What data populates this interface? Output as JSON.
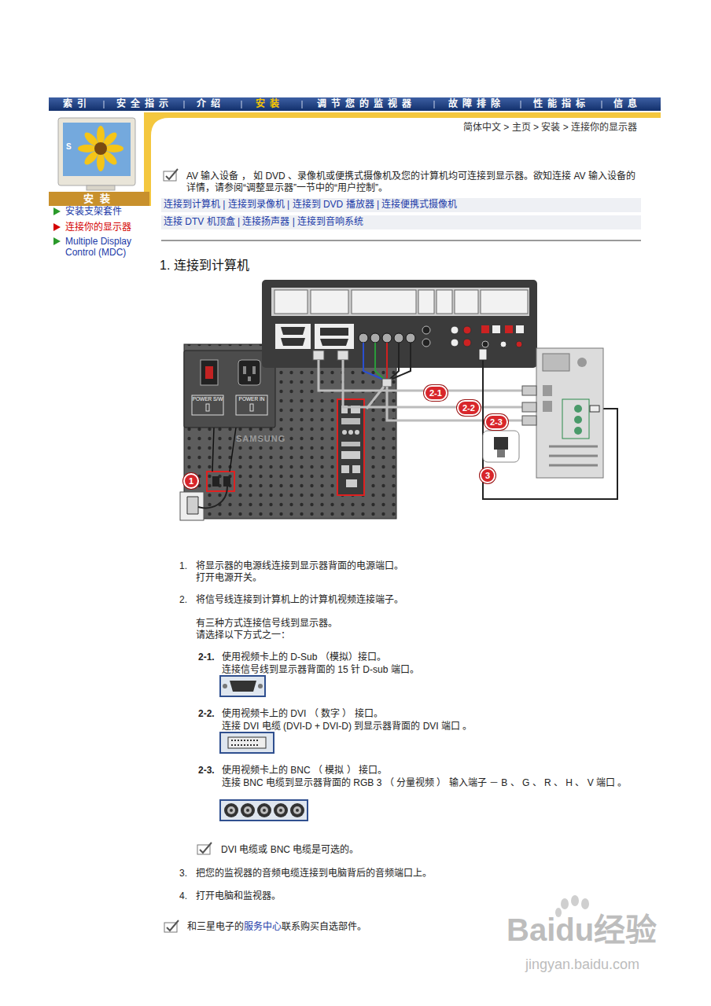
{
  "diagram": {
    "title": "1. 连接到计算机",
    "nodes": [
      {
        "text": [
          "索引",
          "安全指示",
          "介绍",
          "安装",
          "调节您的监视器",
          "故障排除",
          "性能指标",
          "信息"
        ]
      },
      {
        "text": [
          "安装"
        ]
      },
      {
        "text": [
          "连接到计算机 | 连接到录像机 | 连接到 DVD 播放器 | 连接便携式摄像机"
        ]
      },
      {
        "text": [
          "连接 DTV 机顶盒 | 连接扬声器 | 连接到音响系统"
        ]
      },
      {
        "text": [
          "POWER S/W",
          "POWER IN"
        ]
      }
    ],
    "labels": [
      "简体中文 > 主页 > 安装 > 连接你的显示器",
      "安装支架套件",
      "连接你的显示器",
      "Multiple Display Control (MDC)",
      "AV 输入设备 ， 如 DVD 、录像机或便携式摄像机及您的计算机均可连接到显示器。欲知连接 AV 输入设备的详情，请参阅“调整显示器”一节中的“用户控制”。",
      "S",
      "1",
      "2-1",
      "2-2",
      "2-3",
      "3",
      "SAMSUNG",
      "1.",
      "将显示器的电源线连接到显示器背面的电源端口。",
      "打开电源开关。",
      "2.",
      "将信号线连接到计算机上的计算机视频连接端子。",
      "有三种方式连接信号线到显示器。",
      "请选择以下方式之一：",
      "2-1.",
      "使用视频卡上的 D-Sub （模拟）接口。",
      "连接信号线到显示器背面的 15 针 D-sub 端口。",
      "2-2.",
      "使用视频卡上的 DVI （ 数字 ） 接口。",
      "连接 DVI 电缆 (DVI-D + DVI-D) 到显示器背面的 DVI 端口 。",
      "2-3.",
      "使用视频卡上的 BNC （ 模拟 ） 接口。",
      "连接 BNC 电缆到显示器背面的 RGB 3 （ 分量视频 ） 输入端子 － B 、 G 、 R 、 H 、 V 端口 。",
      "DVI 电缆或 BNC 电缆是可选的。",
      "3.",
      "把您的监视器的音频电缆连接到电脑背后的音频端口上。",
      "4.",
      "打开电脑和监视器。",
      "和三星电子的",
      "服务中心",
      "联系购买自选部件。",
      "Baidu经验",
      "jingyan.baidu.com"
    ]
  }
}
